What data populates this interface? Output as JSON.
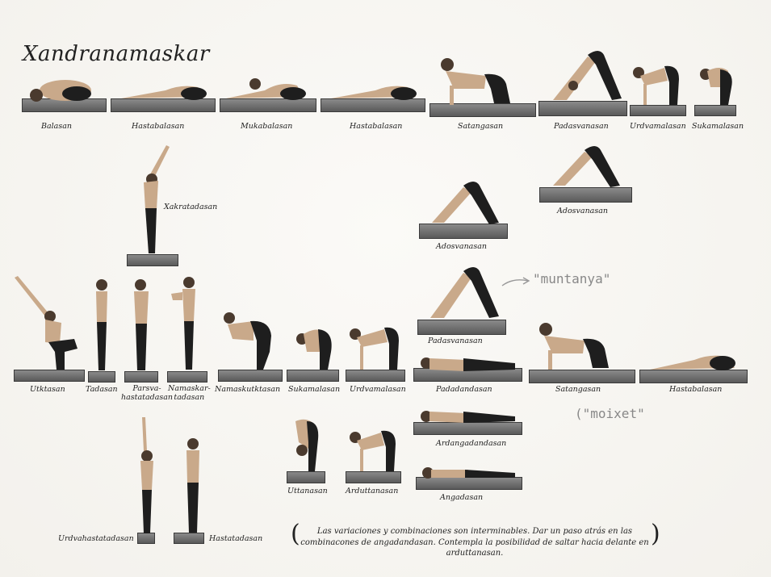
{
  "title": "Xandranamaskar",
  "row1": [
    "Balasan",
    "Hastabalasan",
    "Mukabalasan",
    "Hastabalasan",
    "Satangasan",
    "Padasvanasan",
    "Urdvamalasan",
    "Sukamalasan"
  ],
  "standing": "Xakratadasan",
  "adosvanasan_right": "Adosvanasan",
  "adosvanasan_center": "Adosvanasan",
  "padasvanasan_mid": "Padasvanasan",
  "annotation_muntanya": "\"muntanya\"",
  "annotation_moixet": "\"moixet\"",
  "row3": [
    "Utktasan",
    "Tadasan",
    "Parsva-\nhastatadasan",
    "Namaskar-\ntadasan",
    "Namaskutktasan",
    "Sukamalasan",
    "Urdvamalasan",
    "Padadandasan",
    "Satangasan",
    "Hastabalasan"
  ],
  "ardangadandasan": "Ardangadandasan",
  "angadasan": "Angadasan",
  "uttanasan": "Uttanasan",
  "arduttanasan": "Arduttanasan",
  "urdvahastatadasan": "Urdvahastatadasan",
  "hastatadasan": "Hastatadasan",
  "note": "Las variaciones y combinaciones son interminables. Dar un paso atrás en las combinacones de angadandasan. Contempla la posibilidad de saltar hacia delante en arduttanasan."
}
